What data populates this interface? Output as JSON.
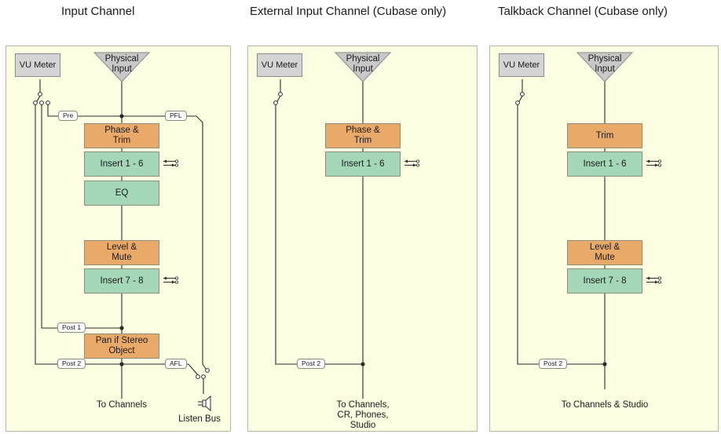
{
  "colors": {
    "panel_bg": "#fdfde2",
    "process_block": "#e9a968",
    "insert_block": "#a4d7b8",
    "meter": "#d4d4d4",
    "source": "#c8c8c8"
  },
  "icons": [
    "insert-send-return-icon",
    "speaker-icon"
  ],
  "columns": {
    "input": {
      "title": "Input Channel",
      "vu": "VU Meter",
      "physical": "Physical\nInput",
      "blocks": [
        "Phase &\nTrim",
        "Insert 1 - 6",
        "EQ",
        "Level &\nMute",
        "Insert 7 - 8",
        "Pan if Stereo\nObject"
      ],
      "taps": [
        "Pre",
        "PFL",
        "Post 1",
        "Post 2",
        "AFL"
      ],
      "output": "To Channels",
      "listen": "Listen Bus"
    },
    "external": {
      "title": "External Input Channel (Cubase only)",
      "vu": "VU Meter",
      "physical": "Physical\nInput",
      "blocks": [
        "Phase &\nTrim",
        "Insert 1 - 6"
      ],
      "taps": [
        "Post 2"
      ],
      "output": "To Channels,\nCR, Phones,\nStudio"
    },
    "talkback": {
      "title": "Talkback Channel (Cubase only)",
      "vu": "VU Meter",
      "physical": "Physical\nInput",
      "blocks": [
        "Trim",
        "Insert 1 - 6",
        "Level &\nMute",
        "Insert 7 - 8"
      ],
      "taps": [
        "Post 2"
      ],
      "output": "To Channels & Studio"
    }
  }
}
